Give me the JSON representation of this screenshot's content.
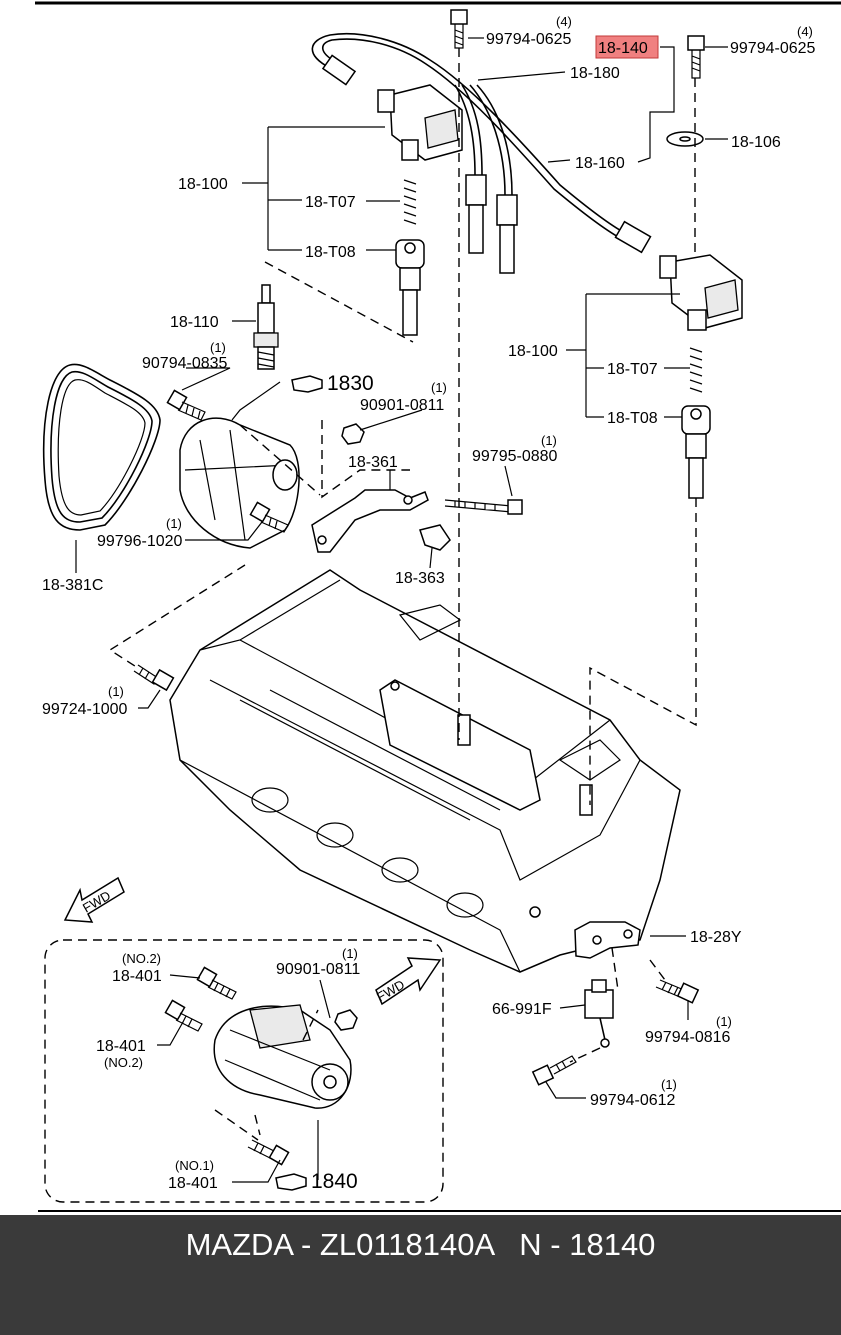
{
  "labels": {
    "qty_4a": "(4)",
    "p_9979_0625a": "99794-0625",
    "p_18140": "18-140",
    "qty_4b": "(4)",
    "p_9979_0625b": "99794-0625",
    "p_18180": "18-180",
    "p_18106": "18-106",
    "p_18160": "18-160",
    "p_18100a": "18-100",
    "p_18T07a": "18-T07",
    "p_18T08a": "18-T08",
    "p_18110": "18-110",
    "qty_1a": "(1)",
    "p_90794_0835": "90794-0835",
    "p_1830": "1830",
    "qty_1b": "(1)",
    "p_90901_0811a": "90901-0811",
    "p_18361": "18-361",
    "qty_1c": "(1)",
    "p_99795_0880": "99795-0880",
    "p_18100b": "18-100",
    "p_18T07b": "18-T07",
    "p_18T08b": "18-T08",
    "qty_1d": "(1)",
    "p_99796_1020": "99796-1020",
    "p_18363": "18-363",
    "p_18381C": "18-381C",
    "qty_1e": "(1)",
    "p_99724_1000": "99724-1000",
    "fwd_a": "FWD",
    "fwd_b": "FWD",
    "p_18401_no2a_note": "(NO.2)",
    "p_18401a": "18-401",
    "qty_1f": "(1)",
    "p_90901_0811b": "90901-0811",
    "p_1840": "1840",
    "p_18401b": "18-401",
    "p_18401_no2b_note": "(NO.2)",
    "p_18401_no1_note": "(NO.1)",
    "p_18401c": "18-401",
    "p_1828Y": "18-28Y",
    "p_66991F": "66-991F",
    "qty_1g": "(1)",
    "p_99794_0816": "99794-0816",
    "qty_1h": "(1)",
    "p_99794_0612": "99794-0612"
  },
  "footer": {
    "title": "MAZDA - ZL0118140A   N - 18140"
  },
  "colors": {
    "highlight": "#f08080",
    "footer_bg": "#3a3a3a",
    "footer_text": "#ffffff"
  }
}
